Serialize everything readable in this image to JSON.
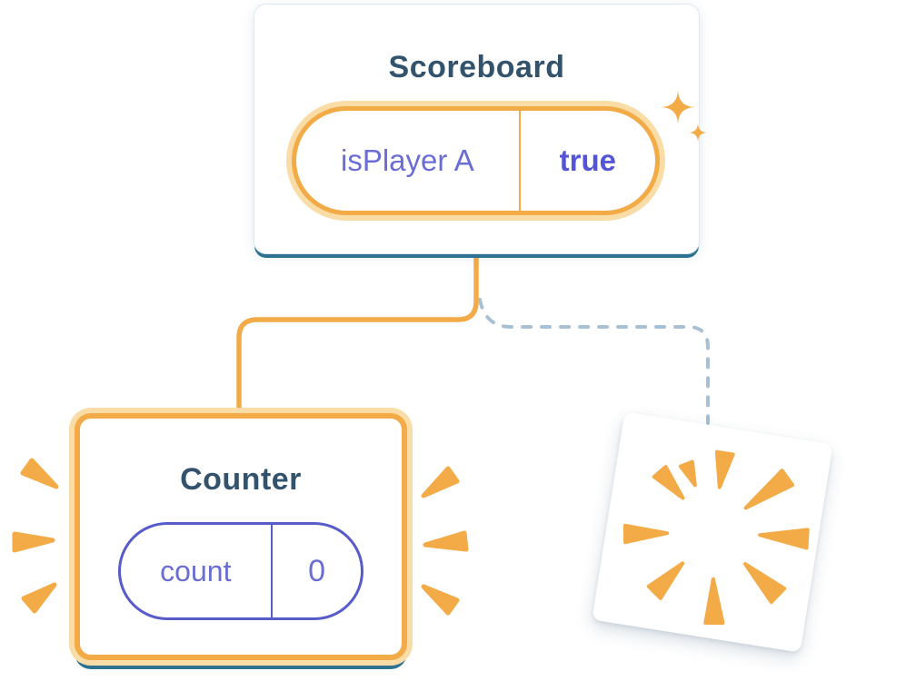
{
  "diagram_title": "Component state preservation diagram",
  "scoreboard": {
    "title": "Scoreboard",
    "prop_label": "isPlayer A",
    "prop_value": "true",
    "sparkle_icon": "sparkle-icon"
  },
  "counter": {
    "title": "Counter",
    "state_label": "count",
    "state_value": "0",
    "emphasis_icon": "emphasis-dashes-icon"
  },
  "removed_component": {
    "poof_icon": "poof-icon"
  },
  "connectors": {
    "active_branch": "solid-orange-connector",
    "removed_branch": "dashed-blue-connector"
  },
  "colors": {
    "orange": "#f2ab47",
    "orange_glow": "#f9dca6",
    "title_blue": "#33536d",
    "label_purple": "#6a6ed4",
    "value_purple_bold": "#5355d6",
    "state_border_purple": "#585cc9",
    "dashed_line_blue": "#a7c0d3",
    "card_shadow_blue": "#2e7293"
  }
}
